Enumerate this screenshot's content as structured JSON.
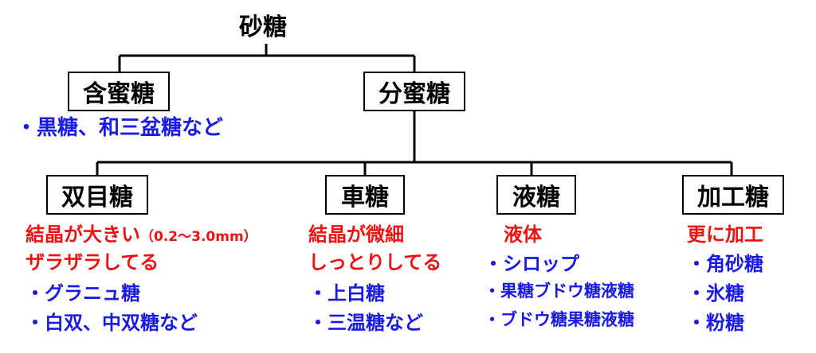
{
  "root": "砂糖",
  "level1": {
    "ganmitsu": {
      "label": "含蜜糖",
      "examples": "・黒糖、和三盆糖など"
    },
    "bunmitsu": {
      "label": "分蜜糖"
    }
  },
  "level2": {
    "sogan": {
      "label": "双目糖",
      "desc1": "結晶が大きい",
      "desc1_note": "（0.2～3.0mm）",
      "desc2": "ザラザラしてる",
      "ex1": "・グラニュ糖",
      "ex2": "・白双、中双糖など"
    },
    "kuruma": {
      "label": "車糖",
      "desc1": "結晶が微細",
      "desc2": "しっとりしてる",
      "ex1": "・上白糖",
      "ex2": "・三温糖など"
    },
    "eki": {
      "label": "液糖",
      "desc1": "液体",
      "ex1": "・シロップ",
      "ex2": "・果糖ブドウ糖液糖",
      "ex3": "・ブドウ糖果糖液糖"
    },
    "kakou": {
      "label": "加工糖",
      "desc1": "更に加工",
      "ex1": "・角砂糖",
      "ex2": "・氷糖",
      "ex3": "・粉糖"
    }
  },
  "colors": {
    "description": "#ee1111",
    "examples": "#1a1ae6",
    "lines": "#000000"
  }
}
